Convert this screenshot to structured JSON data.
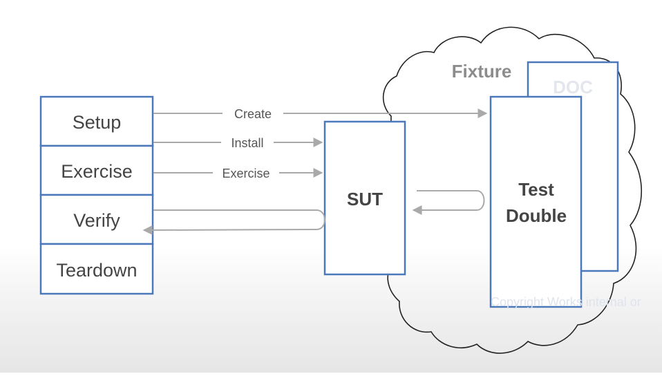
{
  "phases": [
    "Setup",
    "Exercise",
    "Verify",
    "Teardown"
  ],
  "arrows": {
    "create": "Create",
    "install": "Install",
    "exercise": "Exercise"
  },
  "sut": "SUT",
  "fixture": "Fixture",
  "doc": "DOC",
  "test_double": {
    "line1": "Test",
    "line2": "Double"
  },
  "watermark": "Copyright Works internal or",
  "colors": {
    "box_border": "#4a78bb",
    "arrow": "#a9a9a9",
    "text": "#444444",
    "fixture_label": "#8c8c8c",
    "doc_label": "#e3e6ec"
  }
}
